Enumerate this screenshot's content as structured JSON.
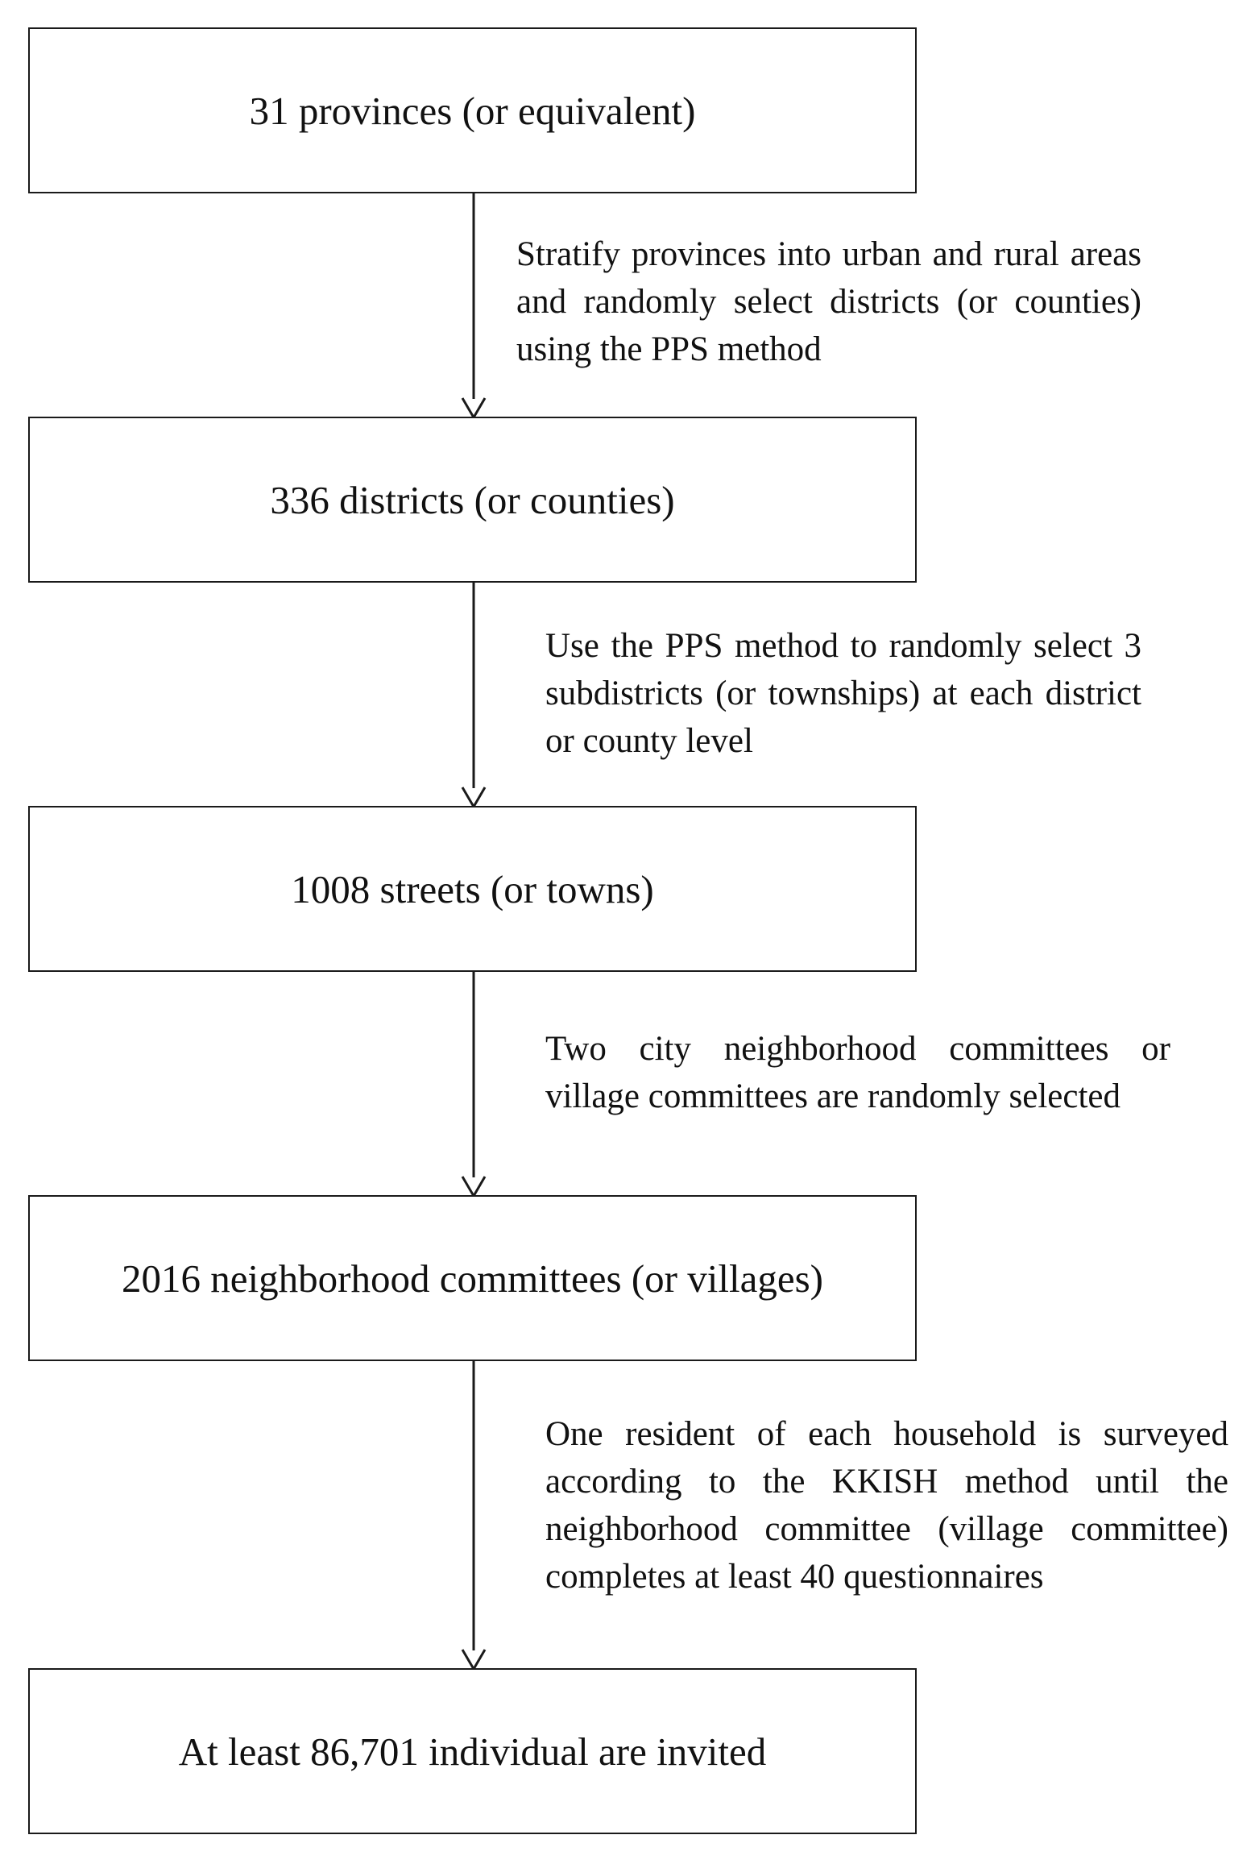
{
  "flowchart": {
    "steps": [
      "31 provinces (or equivalent)",
      "336 districts (or counties)",
      "1008 streets (or towns)",
      "2016 neighborhood committees (or villages)",
      "At least 86,701 individual are invited"
    ],
    "transitions": [
      "Stratify provinces into urban and rural areas and randomly select districts (or counties) using the PPS method",
      "Use the PPS method to randomly select 3 subdistricts (or townships) at each district or county level",
      "Two city neighborhood committees or village committees are randomly selected",
      "One resident of each household is surveyed according to the KKISH method until the neighborhood committee (village committee) completes at least 40 questionnaires"
    ],
    "colors": {
      "border": "#1a1a1a",
      "text": "#111111",
      "background": "#ffffff"
    }
  }
}
